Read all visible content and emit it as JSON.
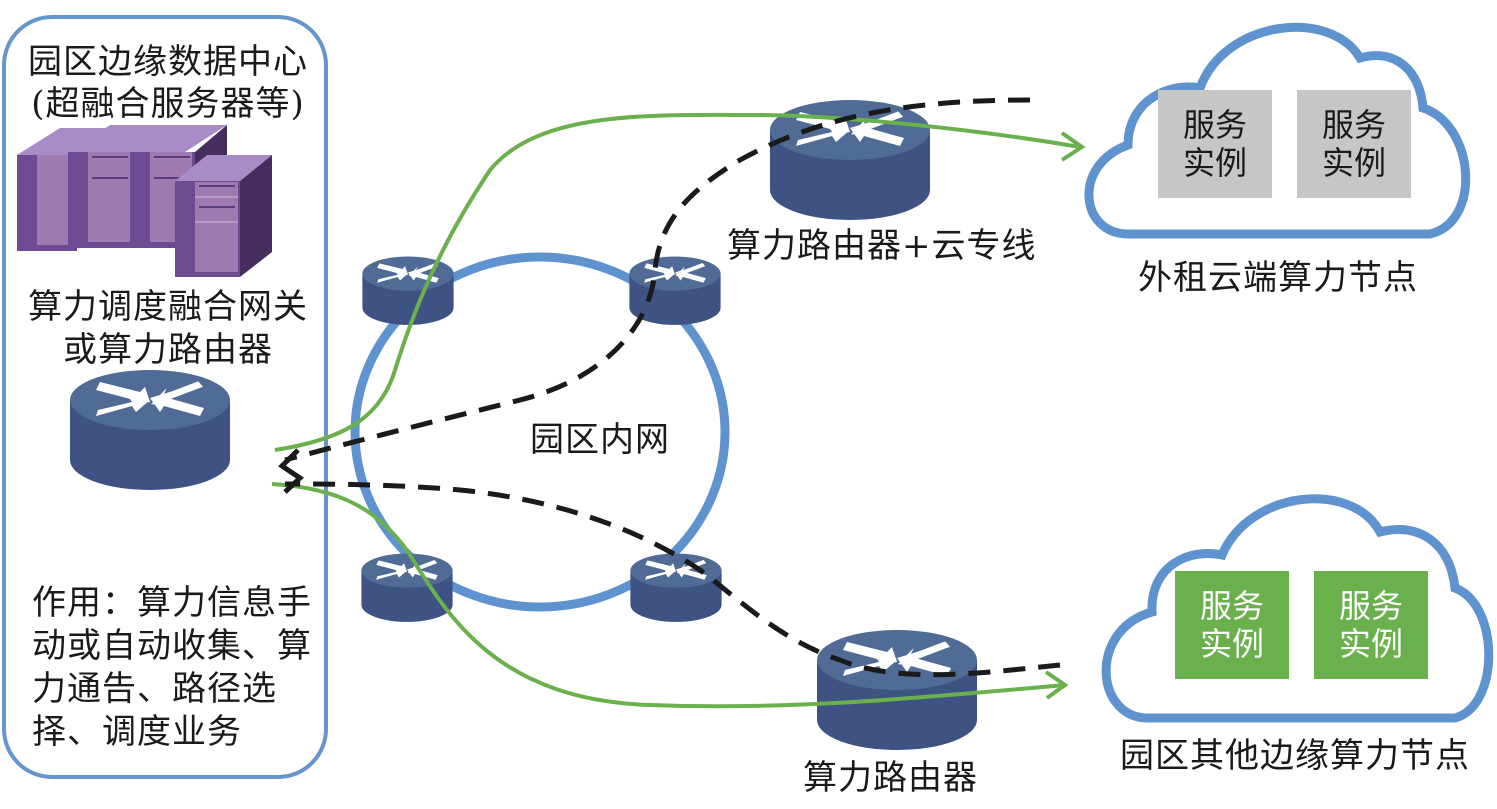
{
  "diagram": {
    "left_panel": {
      "title_line1": "园区边缘数据中心",
      "title_line2": "(超融合服务器等)",
      "gateway_line1": "算力调度融合网关",
      "gateway_line2": "或算力路由器",
      "function_text": "作用：算力信息手动或自动收集、算力通告、路径选择、调度业务"
    },
    "ring_label": "园区内网",
    "top_router_label": "算力路由器+云专线",
    "bottom_router_label": "算力路由器",
    "cloud_top": {
      "label": "外租云端算力节点",
      "instances": [
        "服务实例",
        "服务实例"
      ]
    },
    "cloud_bottom": {
      "label": "园区其他边缘算力节点",
      "instances": [
        "服务实例",
        "服务实例"
      ]
    },
    "colors": {
      "panel_border": "#6495cd",
      "ring": "#5f93cf",
      "router_top": "#4f6b96",
      "router_side": "#3e5283",
      "green_path": "#6ab04c",
      "dashed_path": "#1a1a1a",
      "server_purple": "#7d5aa0",
      "instance_gray": "#c6c6c6",
      "instance_green": "#6ab04c"
    }
  }
}
